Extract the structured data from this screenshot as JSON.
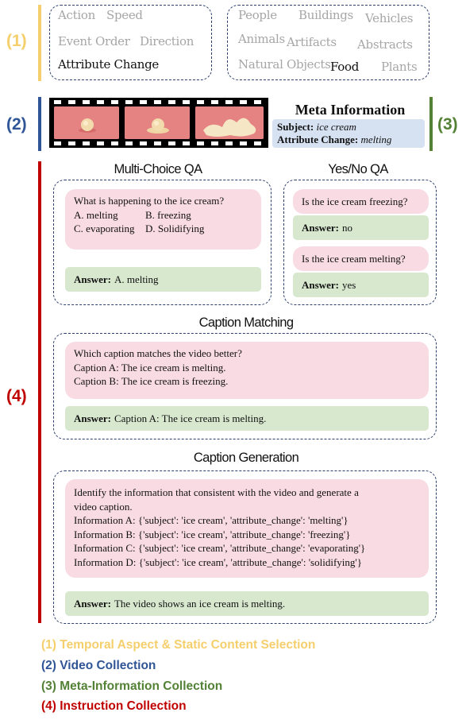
{
  "markers": {
    "m1": "(1)",
    "m2": "(2)",
    "m3": "(3)",
    "m4": "(4)"
  },
  "colors": {
    "yellow": "#f5cf6b",
    "blue": "#2f5597",
    "green": "#538135",
    "red": "#c00000",
    "pink": "#f9dbe4",
    "answer_green": "#d8e8cf"
  },
  "aspects": {
    "temporal": [
      "Action",
      "Speed",
      "Event Order",
      "Direction",
      "Attribute Change"
    ],
    "static": [
      "People",
      "Buildings",
      "Vehicles",
      "Animals",
      "Artifacts",
      "Abstracts",
      "Natural Objects",
      "Food",
      "Plants"
    ],
    "selected_temporal": "Attribute Change",
    "selected_static": "Food"
  },
  "meta": {
    "title": "Meta Information",
    "subject_label": "Subject:",
    "subject_value": "ice cream",
    "attr_label": "Attribute Change:",
    "attr_value": "melting"
  },
  "mcqa": {
    "title": "Multi-Choice QA",
    "question": "What is happening to the ice cream?",
    "options": [
      "A. melting",
      "B. freezing",
      "C. evaporating",
      "D. Solidifying"
    ],
    "answer_label": "Answer:",
    "answer": "A. melting"
  },
  "yesno": {
    "title": "Yes/No QA",
    "q1": "Is the ice cream freezing?",
    "a1": "no",
    "q2": "Is the ice cream melting?",
    "a2": "yes",
    "answer_label": "Answer:"
  },
  "caption_matching": {
    "title": "Caption Matching",
    "lines": [
      "Which caption matches the video better?",
      "Caption A: The ice cream is melting.",
      "Caption B: The ice cream is freezing."
    ],
    "answer_label": "Answer:",
    "answer": "Caption A: The ice cream is melting."
  },
  "caption_generation": {
    "title": "Caption Generation",
    "lines": [
      "Identify the information that consistent with the video and generate a",
      "video caption.",
      "Information A: {'subject': 'ice cream', 'attribute_change': 'melting'}",
      "Information B: {'subject': 'ice cream', 'attribute_change': 'freezing'}",
      "Information C: {'subject': 'ice cream', 'attribute_change': 'evaporating'}",
      "Information D: {'subject': 'ice cream', 'attribute_change': 'solidifying'}"
    ],
    "answer_label": "Answer:",
    "answer": "The video shows an ice cream is melting."
  },
  "legend": [
    "(1) Temporal Aspect & Static Content Selection",
    "(2) Video Collection",
    "(3) Meta-Information Collection",
    "(4) Instruction Collection"
  ]
}
